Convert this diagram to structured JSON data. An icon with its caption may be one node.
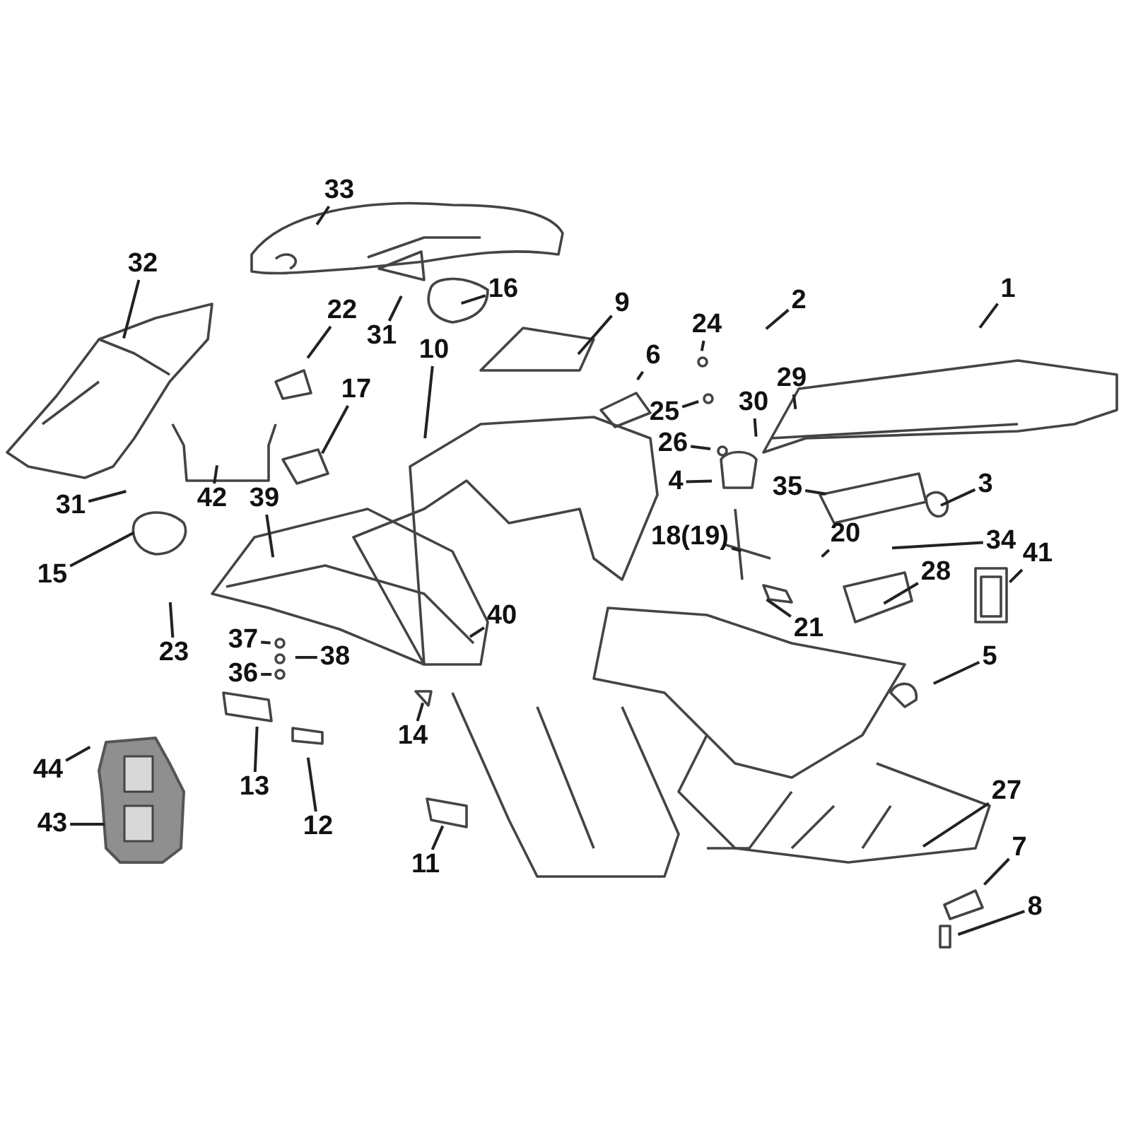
{
  "diagram": {
    "nodes": [
      {
        "text": [
          "33"
        ]
      },
      {
        "text": [
          "32"
        ]
      },
      {
        "text": [
          "16"
        ]
      },
      {
        "text": [
          "2"
        ]
      },
      {
        "text": [
          "1"
        ]
      },
      {
        "text": [
          "22"
        ]
      },
      {
        "text": [
          "9"
        ]
      },
      {
        "text": [
          "24"
        ]
      },
      {
        "text": [
          "6"
        ]
      },
      {
        "text": [
          "10"
        ]
      },
      {
        "text": [
          "31"
        ]
      },
      {
        "text": [
          "29"
        ]
      },
      {
        "text": [
          "17"
        ]
      },
      {
        "text": [
          "30"
        ]
      },
      {
        "text": [
          "25"
        ]
      },
      {
        "text": [
          "26"
        ]
      },
      {
        "text": [
          "4"
        ]
      },
      {
        "text": [
          "42"
        ]
      },
      {
        "text": [
          "39"
        ]
      },
      {
        "text": [
          "31"
        ]
      },
      {
        "text": [
          "3"
        ]
      },
      {
        "text": [
          "35"
        ]
      },
      {
        "text": [
          "15"
        ]
      },
      {
        "text": [
          "18(19)"
        ]
      },
      {
        "text": [
          "20"
        ]
      },
      {
        "text": [
          "34"
        ]
      },
      {
        "text": [
          "41"
        ]
      },
      {
        "text": [
          "28"
        ]
      },
      {
        "text": [
          "21"
        ]
      },
      {
        "text": [
          "40"
        ]
      },
      {
        "text": [
          "37"
        ]
      },
      {
        "text": [
          "23"
        ]
      },
      {
        "text": [
          "38"
        ]
      },
      {
        "text": [
          "36"
        ]
      },
      {
        "text": [
          "5"
        ]
      },
      {
        "text": [
          "14"
        ]
      },
      {
        "text": [
          "44"
        ]
      },
      {
        "text": [
          "13"
        ]
      },
      {
        "text": [
          "27"
        ]
      },
      {
        "text": [
          "12"
        ]
      },
      {
        "text": [
          "43"
        ]
      },
      {
        "text": [
          "7"
        ]
      },
      {
        "text": [
          "11"
        ]
      },
      {
        "text": [
          "8"
        ]
      }
    ],
    "edges": [
      {
        "from": 0,
        "to": null,
        "arrow": "none"
      },
      {
        "from": 1,
        "to": null,
        "arrow": "none"
      },
      {
        "from": 2,
        "to": null,
        "arrow": "none"
      },
      {
        "from": 3,
        "to": null,
        "arrow": "none"
      },
      {
        "from": 4,
        "to": null,
        "arrow": "none"
      },
      {
        "from": 5,
        "to": null,
        "arrow": "none"
      },
      {
        "from": 6,
        "to": null,
        "arrow": "none"
      },
      {
        "from": 7,
        "to": null,
        "arrow": "none"
      },
      {
        "from": 8,
        "to": null,
        "arrow": "none"
      },
      {
        "from": 9,
        "to": null,
        "arrow": "none"
      },
      {
        "from": 10,
        "to": null,
        "arrow": "none"
      },
      {
        "from": 11,
        "to": null,
        "arrow": "none"
      },
      {
        "from": 12,
        "to": null,
        "arrow": "none"
      },
      {
        "from": 13,
        "to": null,
        "arrow": "none"
      },
      {
        "from": 14,
        "to": null,
        "arrow": "none"
      },
      {
        "from": 15,
        "to": null,
        "arrow": "none"
      },
      {
        "from": 16,
        "to": null,
        "arrow": "none"
      },
      {
        "from": 17,
        "to": null,
        "arrow": "none"
      },
      {
        "from": 18,
        "to": null,
        "arrow": "none"
      },
      {
        "from": 19,
        "to": null,
        "arrow": "none"
      },
      {
        "from": 20,
        "to": null,
        "arrow": "none"
      },
      {
        "from": 21,
        "to": null,
        "arrow": "none"
      },
      {
        "from": 22,
        "to": null,
        "arrow": "none"
      },
      {
        "from": 23,
        "to": null,
        "arrow": "none"
      },
      {
        "from": 24,
        "to": null,
        "arrow": "none"
      },
      {
        "from": 25,
        "to": null,
        "arrow": "none"
      },
      {
        "from": 26,
        "to": null,
        "arrow": "none"
      },
      {
        "from": 27,
        "to": null,
        "arrow": "none"
      },
      {
        "from": 28,
        "to": null,
        "arrow": "none"
      },
      {
        "from": 29,
        "to": null,
        "arrow": "none"
      },
      {
        "from": 30,
        "to": null,
        "arrow": "none"
      },
      {
        "from": 31,
        "to": null,
        "arrow": "none"
      },
      {
        "from": 32,
        "to": null,
        "arrow": "none"
      },
      {
        "from": 33,
        "to": null,
        "arrow": "none"
      },
      {
        "from": 34,
        "to": null,
        "arrow": "none"
      },
      {
        "from": 35,
        "to": null,
        "arrow": "none"
      },
      {
        "from": 36,
        "to": null,
        "arrow": "none"
      },
      {
        "from": 37,
        "to": null,
        "arrow": "none"
      },
      {
        "from": 38,
        "to": null,
        "arrow": "none"
      },
      {
        "from": 39,
        "to": null,
        "arrow": "none"
      },
      {
        "from": 40,
        "to": null,
        "arrow": "none"
      },
      {
        "from": 41,
        "to": null,
        "arrow": "none"
      },
      {
        "from": 42,
        "to": null,
        "arrow": "none"
      },
      {
        "from": 43,
        "to": null,
        "arrow": "none"
      }
    ]
  }
}
